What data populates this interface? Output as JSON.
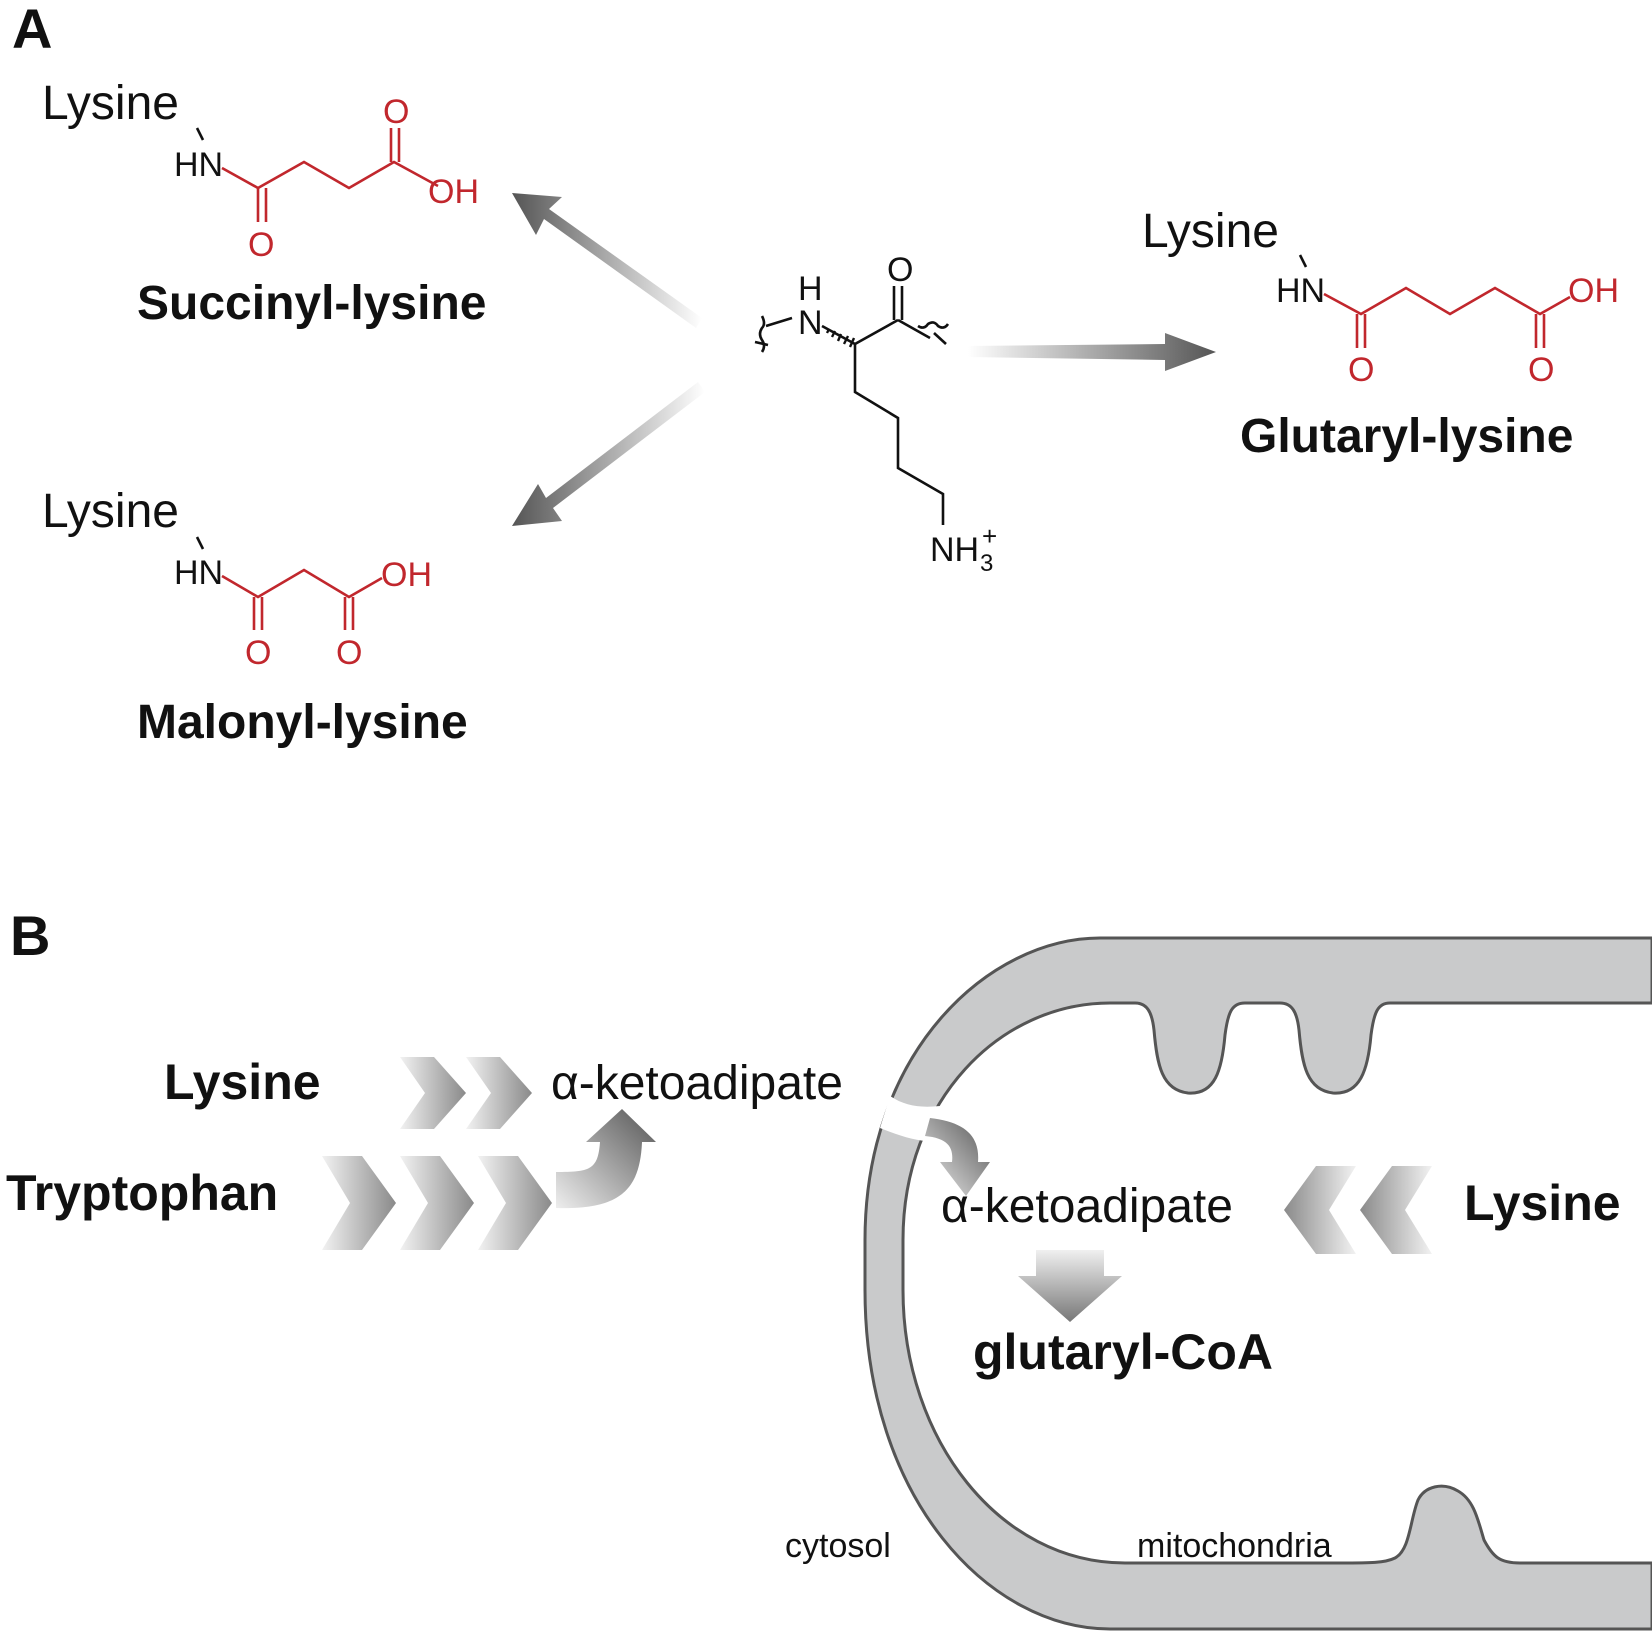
{
  "panels": {
    "a": "A",
    "b": "B"
  },
  "panel_a": {
    "lysine_label": "Lysine",
    "succinyl": {
      "hn": "HN",
      "o": "O",
      "o2": "O",
      "oh": "OH",
      "name": "Succinyl-lysine"
    },
    "malonyl": {
      "hn": "HN",
      "o": "O",
      "o2": "O",
      "oh": "OH",
      "name": "Malonyl-lysine"
    },
    "glutaryl": {
      "hn": "HN",
      "o": "O",
      "o2": "O",
      "oh": "OH",
      "name": "Glutaryl-lysine"
    },
    "center": {
      "h": "H",
      "n": "N",
      "o": "O",
      "nh3": "NH",
      "sub3": "3",
      "plus": "+"
    }
  },
  "panel_b": {
    "cytosol_lysine": "Lysine",
    "tryptophan": "Tryptophan",
    "keto_cyto": "α-ketoadipate",
    "keto_mito": "α-ketoadipate",
    "mito_lysine": "Lysine",
    "glutaryl_coa": "glutaryl-CoA",
    "cytosol": "cytosol",
    "mitochondria": "mitochondria"
  },
  "colors": {
    "modification": "#c1272d",
    "membrane_fill": "#c9cacb",
    "membrane_stroke": "#555555",
    "arrow": "#555555"
  }
}
